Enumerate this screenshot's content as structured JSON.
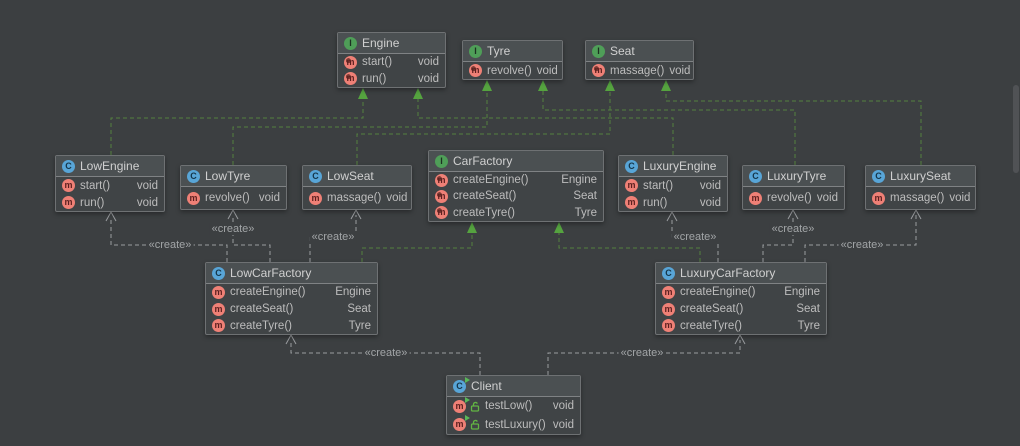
{
  "diagram": {
    "create_label": "«create»",
    "icons": {
      "interface_glyph": "I",
      "class_glyph": "C",
      "method_glyph": "m"
    },
    "classes": [
      {
        "name": "Engine",
        "kind": "interface",
        "methods": [
          {
            "name": "start()",
            "type": "void"
          },
          {
            "name": "run()",
            "type": "void"
          }
        ]
      },
      {
        "name": "Tyre",
        "kind": "interface",
        "methods": [
          {
            "name": "revolve()",
            "type": "void"
          }
        ]
      },
      {
        "name": "Seat",
        "kind": "interface",
        "methods": [
          {
            "name": "massage()",
            "type": "void"
          }
        ]
      },
      {
        "name": "CarFactory",
        "kind": "interface",
        "methods": [
          {
            "name": "createEngine()",
            "type": "Engine"
          },
          {
            "name": "createSeat()",
            "type": "Seat"
          },
          {
            "name": "createTyre()",
            "type": "Tyre"
          }
        ]
      },
      {
        "name": "LowEngine",
        "kind": "class",
        "methods": [
          {
            "name": "start()",
            "type": "void"
          },
          {
            "name": "run()",
            "type": "void"
          }
        ]
      },
      {
        "name": "LowTyre",
        "kind": "class",
        "methods": [
          {
            "name": "revolve()",
            "type": "void"
          }
        ]
      },
      {
        "name": "LowSeat",
        "kind": "class",
        "methods": [
          {
            "name": "massage()",
            "type": "void"
          }
        ]
      },
      {
        "name": "LuxuryEngine",
        "kind": "class",
        "methods": [
          {
            "name": "start()",
            "type": "void"
          },
          {
            "name": "run()",
            "type": "void"
          }
        ]
      },
      {
        "name": "LuxuryTyre",
        "kind": "class",
        "methods": [
          {
            "name": "revolve()",
            "type": "void"
          }
        ]
      },
      {
        "name": "LuxurySeat",
        "kind": "class",
        "methods": [
          {
            "name": "massage()",
            "type": "void"
          }
        ]
      },
      {
        "name": "LowCarFactory",
        "kind": "class",
        "methods": [
          {
            "name": "createEngine()",
            "type": "Engine"
          },
          {
            "name": "createSeat()",
            "type": "Seat"
          },
          {
            "name": "createTyre()",
            "type": "Tyre"
          }
        ]
      },
      {
        "name": "LuxuryCarFactory",
        "kind": "class",
        "methods": [
          {
            "name": "createEngine()",
            "type": "Engine"
          },
          {
            "name": "createSeat()",
            "type": "Seat"
          },
          {
            "name": "createTyre()",
            "type": "Tyre"
          }
        ]
      },
      {
        "name": "Client",
        "kind": "runnable-class",
        "methods": [
          {
            "name": "testLow()",
            "type": "void"
          },
          {
            "name": "testLuxury()",
            "type": "void"
          }
        ]
      }
    ],
    "relationships": {
      "realizations": [
        {
          "from": "LowEngine",
          "to": "Engine"
        },
        {
          "from": "LuxuryEngine",
          "to": "Engine"
        },
        {
          "from": "LowTyre",
          "to": "Tyre"
        },
        {
          "from": "LuxuryTyre",
          "to": "Tyre"
        },
        {
          "from": "LowSeat",
          "to": "Seat"
        },
        {
          "from": "LuxurySeat",
          "to": "Seat"
        },
        {
          "from": "LowCarFactory",
          "to": "CarFactory"
        },
        {
          "from": "LuxuryCarFactory",
          "to": "CarFactory"
        }
      ],
      "creates": [
        {
          "from": "LowCarFactory",
          "to": "LowEngine"
        },
        {
          "from": "LowCarFactory",
          "to": "LowTyre"
        },
        {
          "from": "LowCarFactory",
          "to": "LowSeat"
        },
        {
          "from": "LuxuryCarFactory",
          "to": "LuxuryEngine"
        },
        {
          "from": "LuxuryCarFactory",
          "to": "LuxuryTyre"
        },
        {
          "from": "LuxuryCarFactory",
          "to": "LuxurySeat"
        },
        {
          "from": "Client",
          "to": "LowCarFactory"
        },
        {
          "from": "Client",
          "to": "LuxuryCarFactory"
        }
      ]
    },
    "colors": {
      "canvas_bg": "#3c3f41",
      "node_body_bg": "#404446",
      "node_header_bg": "#4b5052",
      "realization_edge": "#55813f",
      "realization_arrow": "#55a33f",
      "dependency_edge": "#9a9da0",
      "interface_icon": "#4f9e58",
      "class_icon": "#58a5d7",
      "method_icon": "#ef8076"
    }
  }
}
